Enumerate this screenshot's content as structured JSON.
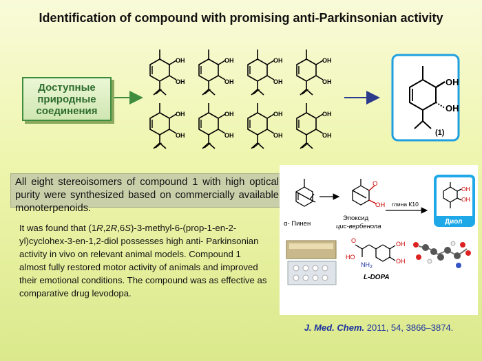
{
  "title": "Identification of compound with promising anti-Parkinsonian activity",
  "source_box": {
    "line1": "Доступные",
    "line2": "природные",
    "line3": "соединения"
  },
  "oh_label": "OH",
  "product": {
    "oh_label": "OH",
    "compound_label": "(1)"
  },
  "summary_text": "All eight stereoisomers of compound 1 with high optical purity were synthesized based on commercially available monoterpenoids.",
  "body_text": {
    "p1": "It was found that (1",
    "r1": "R",
    "p2": ",2",
    "r2": "R",
    "p3": ",6",
    "s6": "S",
    "p4": ")-3-methyl-6-(prop-1-en-2-yl)cyclohex-3-en-1,2-diol possesses high anti- Parkinsonian activity in vivo on relevant animal models. Compound 1 almost fully restored motor activity of animals and improved their emotional conditions. The compound was as effective as comparative drug levodopa."
  },
  "panel": {
    "pinene_label": "α- Пинен",
    "epoxide_label_1": "Эпоксид",
    "epoxide_label_2": "цис-вербенола",
    "oh_small": "OH",
    "o_label": "O",
    "reagent_label": "глина К10",
    "diol_label": "Диол",
    "ldopa_label": "L-DOPA",
    "ldopa_oh": "OH",
    "ldopa_o": "O",
    "ldopa_ho": "HO",
    "ldopa_nh2": "NH",
    "ldopa_nh2_sub": "2"
  },
  "reference": {
    "journal": "J. Med. Chem.",
    "details": "2011, 54, 3866–3874."
  },
  "colors": {
    "accent_green": "#3e8d3e",
    "product_border": "#1f9fe0",
    "arrow_dark": "#2c3a8c",
    "reference_blue": "#1a2fa0"
  }
}
